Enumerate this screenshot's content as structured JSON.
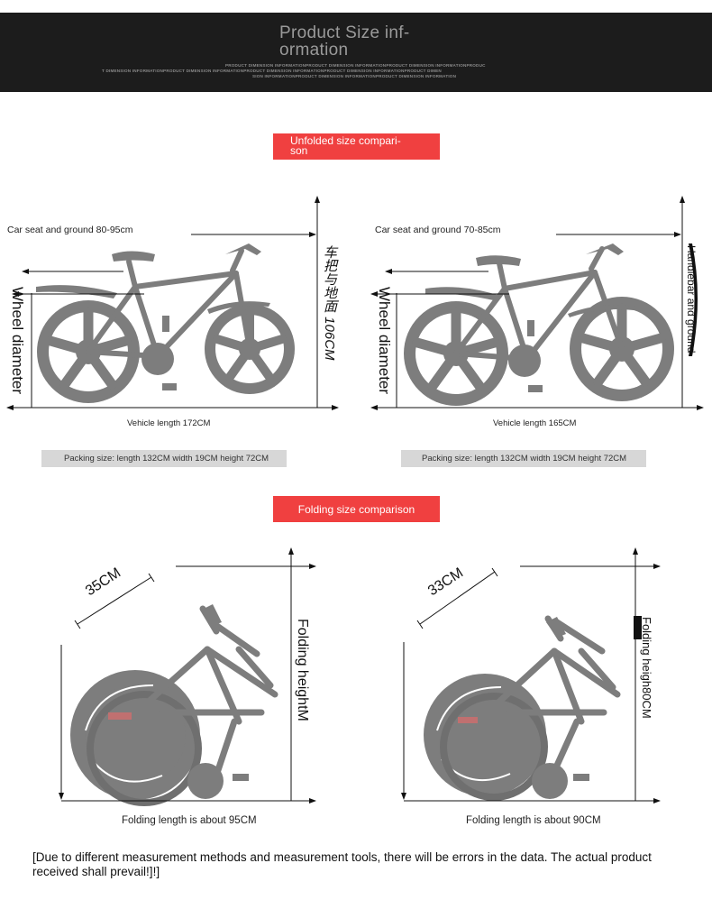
{
  "header": {
    "title": "Product Size inf-\normation",
    "micro_lines": [
      "PRODUCT DIMENSION INFORMATIONPRODUCT DIMENSION INFORMATIONPRODUCT DIMENSION INFORMATIONPRODUC",
      "T DIMENSION INFORMATIONPRODUCT DIMENSION INFORMATIONPRODUCT DIMENSION INFORMATIONPRODUCT DIMENSION INFORMATIONPRODUCT DIMEN",
      "SION INFORMATIONPRODUCT DIMENSION INFORMATIONPRODUCT DIMENSION INFORMATION"
    ]
  },
  "unfolded": {
    "banner": "Unfolded size compari-\nson",
    "left": {
      "seat_label": "Car seat and ground 80-95cm",
      "handlebar_label": "车把与地面 106CM",
      "wheel_label": "Wheel diameter",
      "length_label": "Vehicle length 172CM",
      "packing": "Packing size: length 132CM width 19CM height 72CM"
    },
    "right": {
      "seat_label": "Car seat and ground 70-85cm",
      "handlebar_label": "Handlebar and ground",
      "wheel_label": "Wheel diameter",
      "length_label": "Vehicle length 165CM",
      "packing": "Packing size: length 132CM width 19CM height 72CM"
    }
  },
  "folding": {
    "banner": "Folding size comparison",
    "left": {
      "diag_label": "35CM",
      "height_label": "Folding heightM",
      "length_label": "Folding length is about 95CM"
    },
    "right": {
      "diag_label": "33CM",
      "height_label": "Folding heigh80CM",
      "length_label": "Folding length is about 90CM"
    }
  },
  "disclaimer": "[Due to different measurement methods and measurement tools, there will be errors in the data. The actual product received shall prevail!]!]",
  "colors": {
    "banner": "#f04040",
    "header": "#1c1c1c",
    "bike": "#7d7d7d",
    "packing": "#d7d7d7"
  }
}
